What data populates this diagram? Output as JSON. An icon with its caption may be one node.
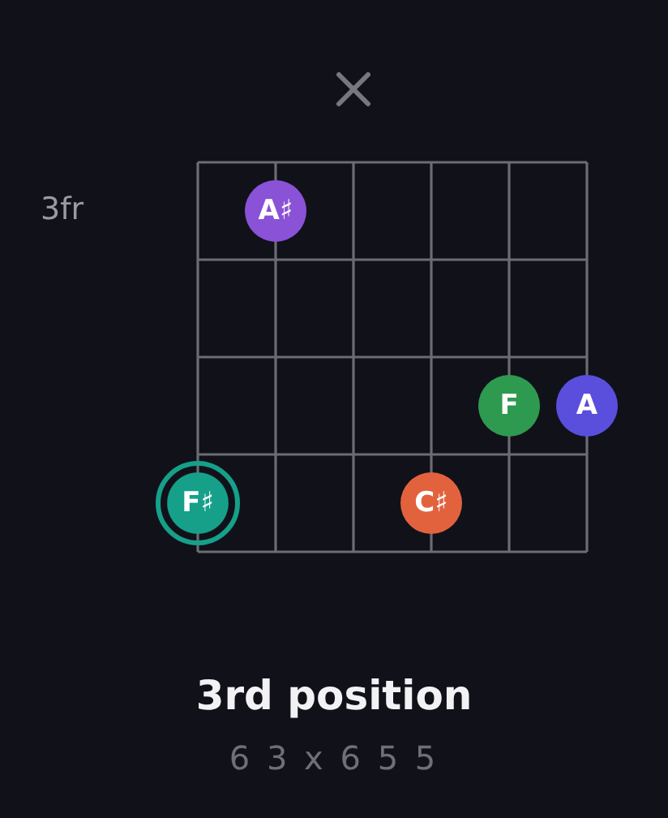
{
  "diagram": {
    "title": "3rd position",
    "nodes": [
      {
        "text": [
          "A♯"
        ]
      },
      {
        "text": [
          "F"
        ]
      },
      {
        "text": [
          "A"
        ]
      },
      {
        "text": [
          "F♯"
        ]
      },
      {
        "text": [
          "C♯"
        ]
      }
    ],
    "labels": [
      "3fr",
      "6 3 x 6 5 5"
    ]
  }
}
